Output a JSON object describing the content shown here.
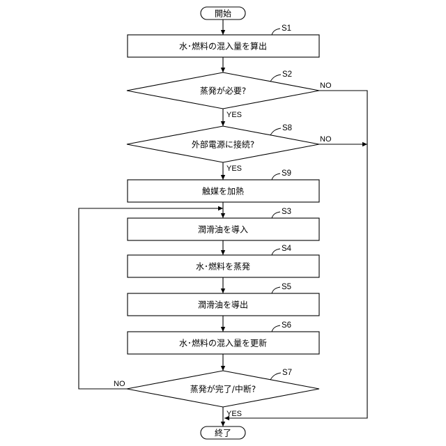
{
  "flowchart": {
    "start": "開始",
    "end": "終了",
    "steps": {
      "s1": {
        "id": "S1",
        "text": "水･燃料の混入量を算出"
      },
      "s2": {
        "id": "S2",
        "text": "蒸発が必要?"
      },
      "s8": {
        "id": "S8",
        "text": "外部電源に接続?"
      },
      "s9": {
        "id": "S9",
        "text": "触媒を加熱"
      },
      "s3": {
        "id": "S3",
        "text": "潤滑油を導入"
      },
      "s4": {
        "id": "S4",
        "text": "水･燃料を蒸発"
      },
      "s5": {
        "id": "S5",
        "text": "潤滑油を導出"
      },
      "s6": {
        "id": "S6",
        "text": "水･燃料の混入量を更新"
      },
      "s7": {
        "id": "S7",
        "text": "蒸発が完了/中断?"
      }
    },
    "branches": {
      "yes": "YES",
      "no": "NO"
    }
  }
}
